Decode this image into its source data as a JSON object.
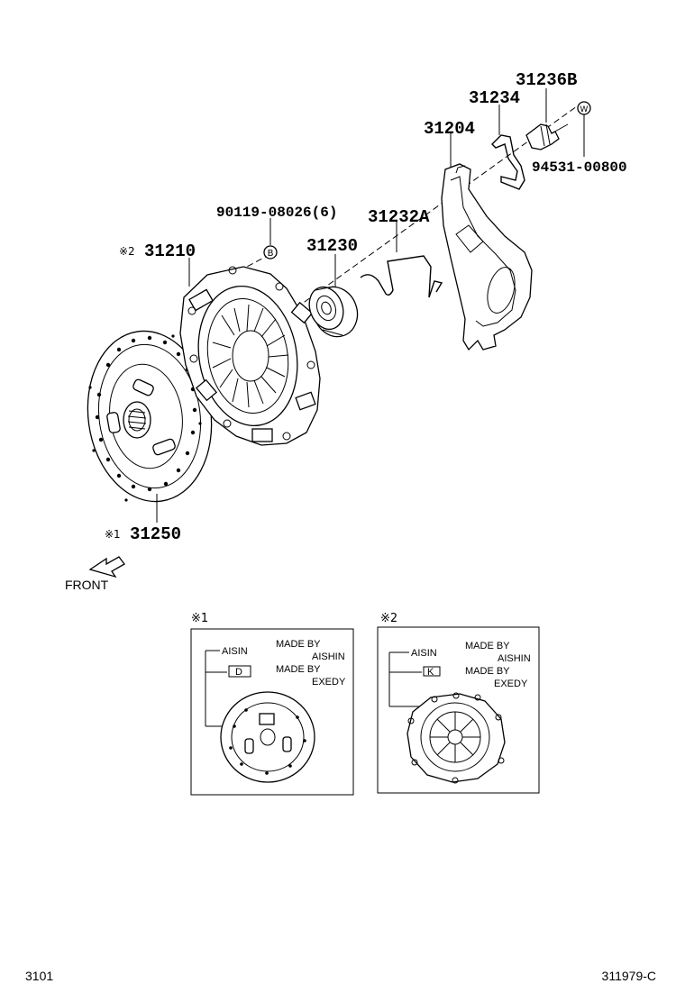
{
  "parts": {
    "p31236B": "31236B",
    "p31234": "31234",
    "p31204": "31204",
    "p94531": "94531-00800",
    "p90119": "90119-08026(6)",
    "p31232A": "31232A",
    "p31210": "31210",
    "p31230": "31230",
    "p31250": "31250"
  },
  "markers": {
    "star1": "※1",
    "star2": "※2",
    "circleB": "B",
    "circleW": "W"
  },
  "front_label": "FRONT",
  "inset1": {
    "title": "※1",
    "brand1": "AISIN",
    "made_by_1": "MADE BY",
    "maker1": "AISHIN",
    "made_by_2": "MADE BY",
    "maker2": "EXEDY",
    "code": "D"
  },
  "inset2": {
    "title": "※2",
    "brand1": "AISIN",
    "made_by_1": "MADE BY",
    "maker1": "AISHIN",
    "made_by_2": "MADE BY",
    "maker2": "EXEDY",
    "code": "K"
  },
  "footer": {
    "left": "3101",
    "right": "311979-C"
  }
}
